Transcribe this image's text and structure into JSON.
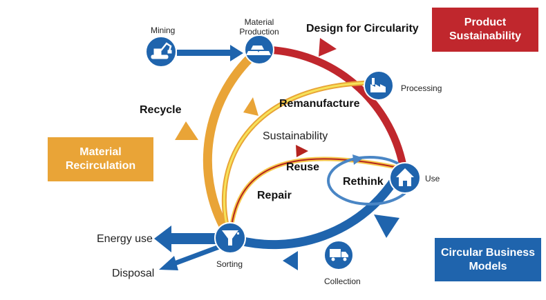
{
  "colors": {
    "red": "#c0272d",
    "orange": "#e9a437",
    "yellow": "#f6e35a",
    "blue": "#1f64ad",
    "icon_blue": "#1f64ad",
    "dark_red": "#b4231f"
  },
  "boxes": {
    "product_sustainability": [
      "Product",
      "Sustainability"
    ],
    "material_recirculation": [
      "Material",
      "Recirculation"
    ],
    "circular_business_models": [
      "Circular Business",
      "Models"
    ]
  },
  "cycle_labels": {
    "design": "Design for Circularity",
    "recycle": "Recycle",
    "remanufacture": "Remanufacture",
    "sustainability": "Sustainability",
    "reuse": "Reuse",
    "rethink": "Rethink",
    "repair": "Repair"
  },
  "nodes": {
    "mining": {
      "label": "Mining",
      "icon": "excavator-icon"
    },
    "material_production": {
      "label_lines": [
        "Material",
        "Production"
      ],
      "icon": "gold-bars-icon"
    },
    "processing": {
      "label": "Processing",
      "icon": "factory-icon"
    },
    "use": {
      "label": "Use",
      "icon": "house-icon"
    },
    "collection": {
      "label": "Collection",
      "icon": "truck-icon"
    },
    "sorting": {
      "label": "Sorting",
      "icon": "funnel-icon"
    }
  },
  "outputs": {
    "energy_use": "Energy use",
    "disposal": "Disposal"
  }
}
